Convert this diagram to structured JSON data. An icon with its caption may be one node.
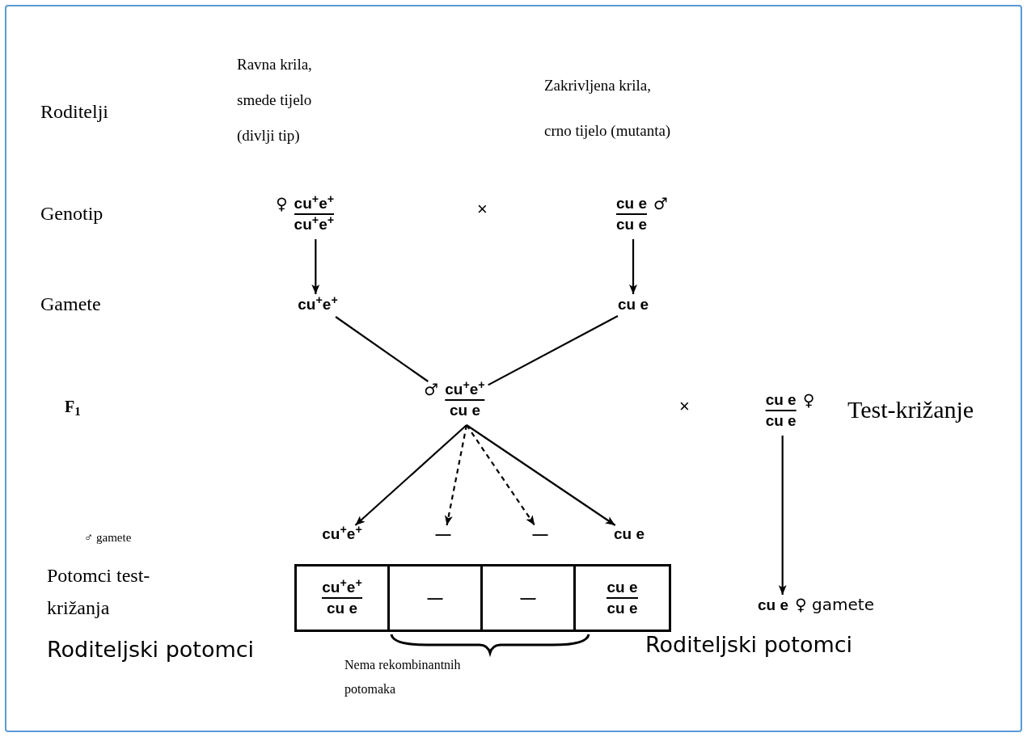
{
  "diagram": {
    "nodes": [
      {
        "text": [
          "cu$^{+}$e$^{+}$",
          "cu$^{+}$e$^{+}$"
        ],
        "beside": [
          "♀"
        ]
      },
      {
        "text": [
          "cu e",
          "cu e"
        ],
        "beside": [
          "♂"
        ]
      },
      {
        "text": [
          "cu$^{+}$e$^{+}$"
        ]
      },
      {
        "text": [
          "cu e"
        ]
      },
      {
        "text": [
          "cu$^{+}$e$^{+}$",
          "cu e"
        ],
        "beside": [
          "♂"
        ]
      },
      {
        "text": [
          "cu$^{+}$e$^{+}$"
        ]
      },
      {
        "text": [
          "—"
        ]
      },
      {
        "text": [
          "—"
        ]
      },
      {
        "text": [
          "cu e"
        ]
      },
      {
        "text": [
          "cu e",
          "cu e"
        ],
        "beside": [
          "♀"
        ]
      },
      {
        "text": [
          "cu e"
        ],
        "beside": [
          "♀ gamete"
        ]
      },
      {
        "text": [],
        "shape": "box"
      },
      {
        "text": [
          "cu$^{+}$e$^{+}$",
          "cu e"
        ],
        "in": 11
      },
      {
        "text": [
          "—"
        ],
        "in": 11
      },
      {
        "text": [
          "—"
        ],
        "in": 11
      },
      {
        "text": [
          "cu e",
          "cu e"
        ],
        "in": 11
      }
    ],
    "edges": [
      {
        "from": 0,
        "to": 2,
        "arrow": "to"
      },
      {
        "from": 1,
        "to": 3,
        "arrow": "to"
      },
      {
        "from": 2,
        "to": 4,
        "arrow": "none"
      },
      {
        "from": 3,
        "to": 4,
        "arrow": "none"
      },
      {
        "from": 4,
        "to": 5,
        "arrow": "to"
      },
      {
        "from": 4,
        "to": 6,
        "arrow": "to",
        "style": "dashed"
      },
      {
        "from": 4,
        "to": 7,
        "arrow": "to",
        "style": "dashed"
      },
      {
        "from": 4,
        "to": 8,
        "arrow": "to"
      },
      {
        "from": 9,
        "to": 10,
        "arrow": "to"
      }
    ],
    "labels": [
      "Ravna krila, smede tijelo (divlji tip)",
      "Zakrivljena krila, crno tijelo (mutanta)",
      "Roditelji",
      "×",
      "Genotip",
      "Gamete",
      "F$_{1}$",
      "×",
      "Test-križanje",
      "♂ gamete",
      "Potomci test-križanja",
      "Roditeljski potomci",
      "Nema rekombinantnih potomaka",
      "Roditeljski potomci"
    ]
  }
}
